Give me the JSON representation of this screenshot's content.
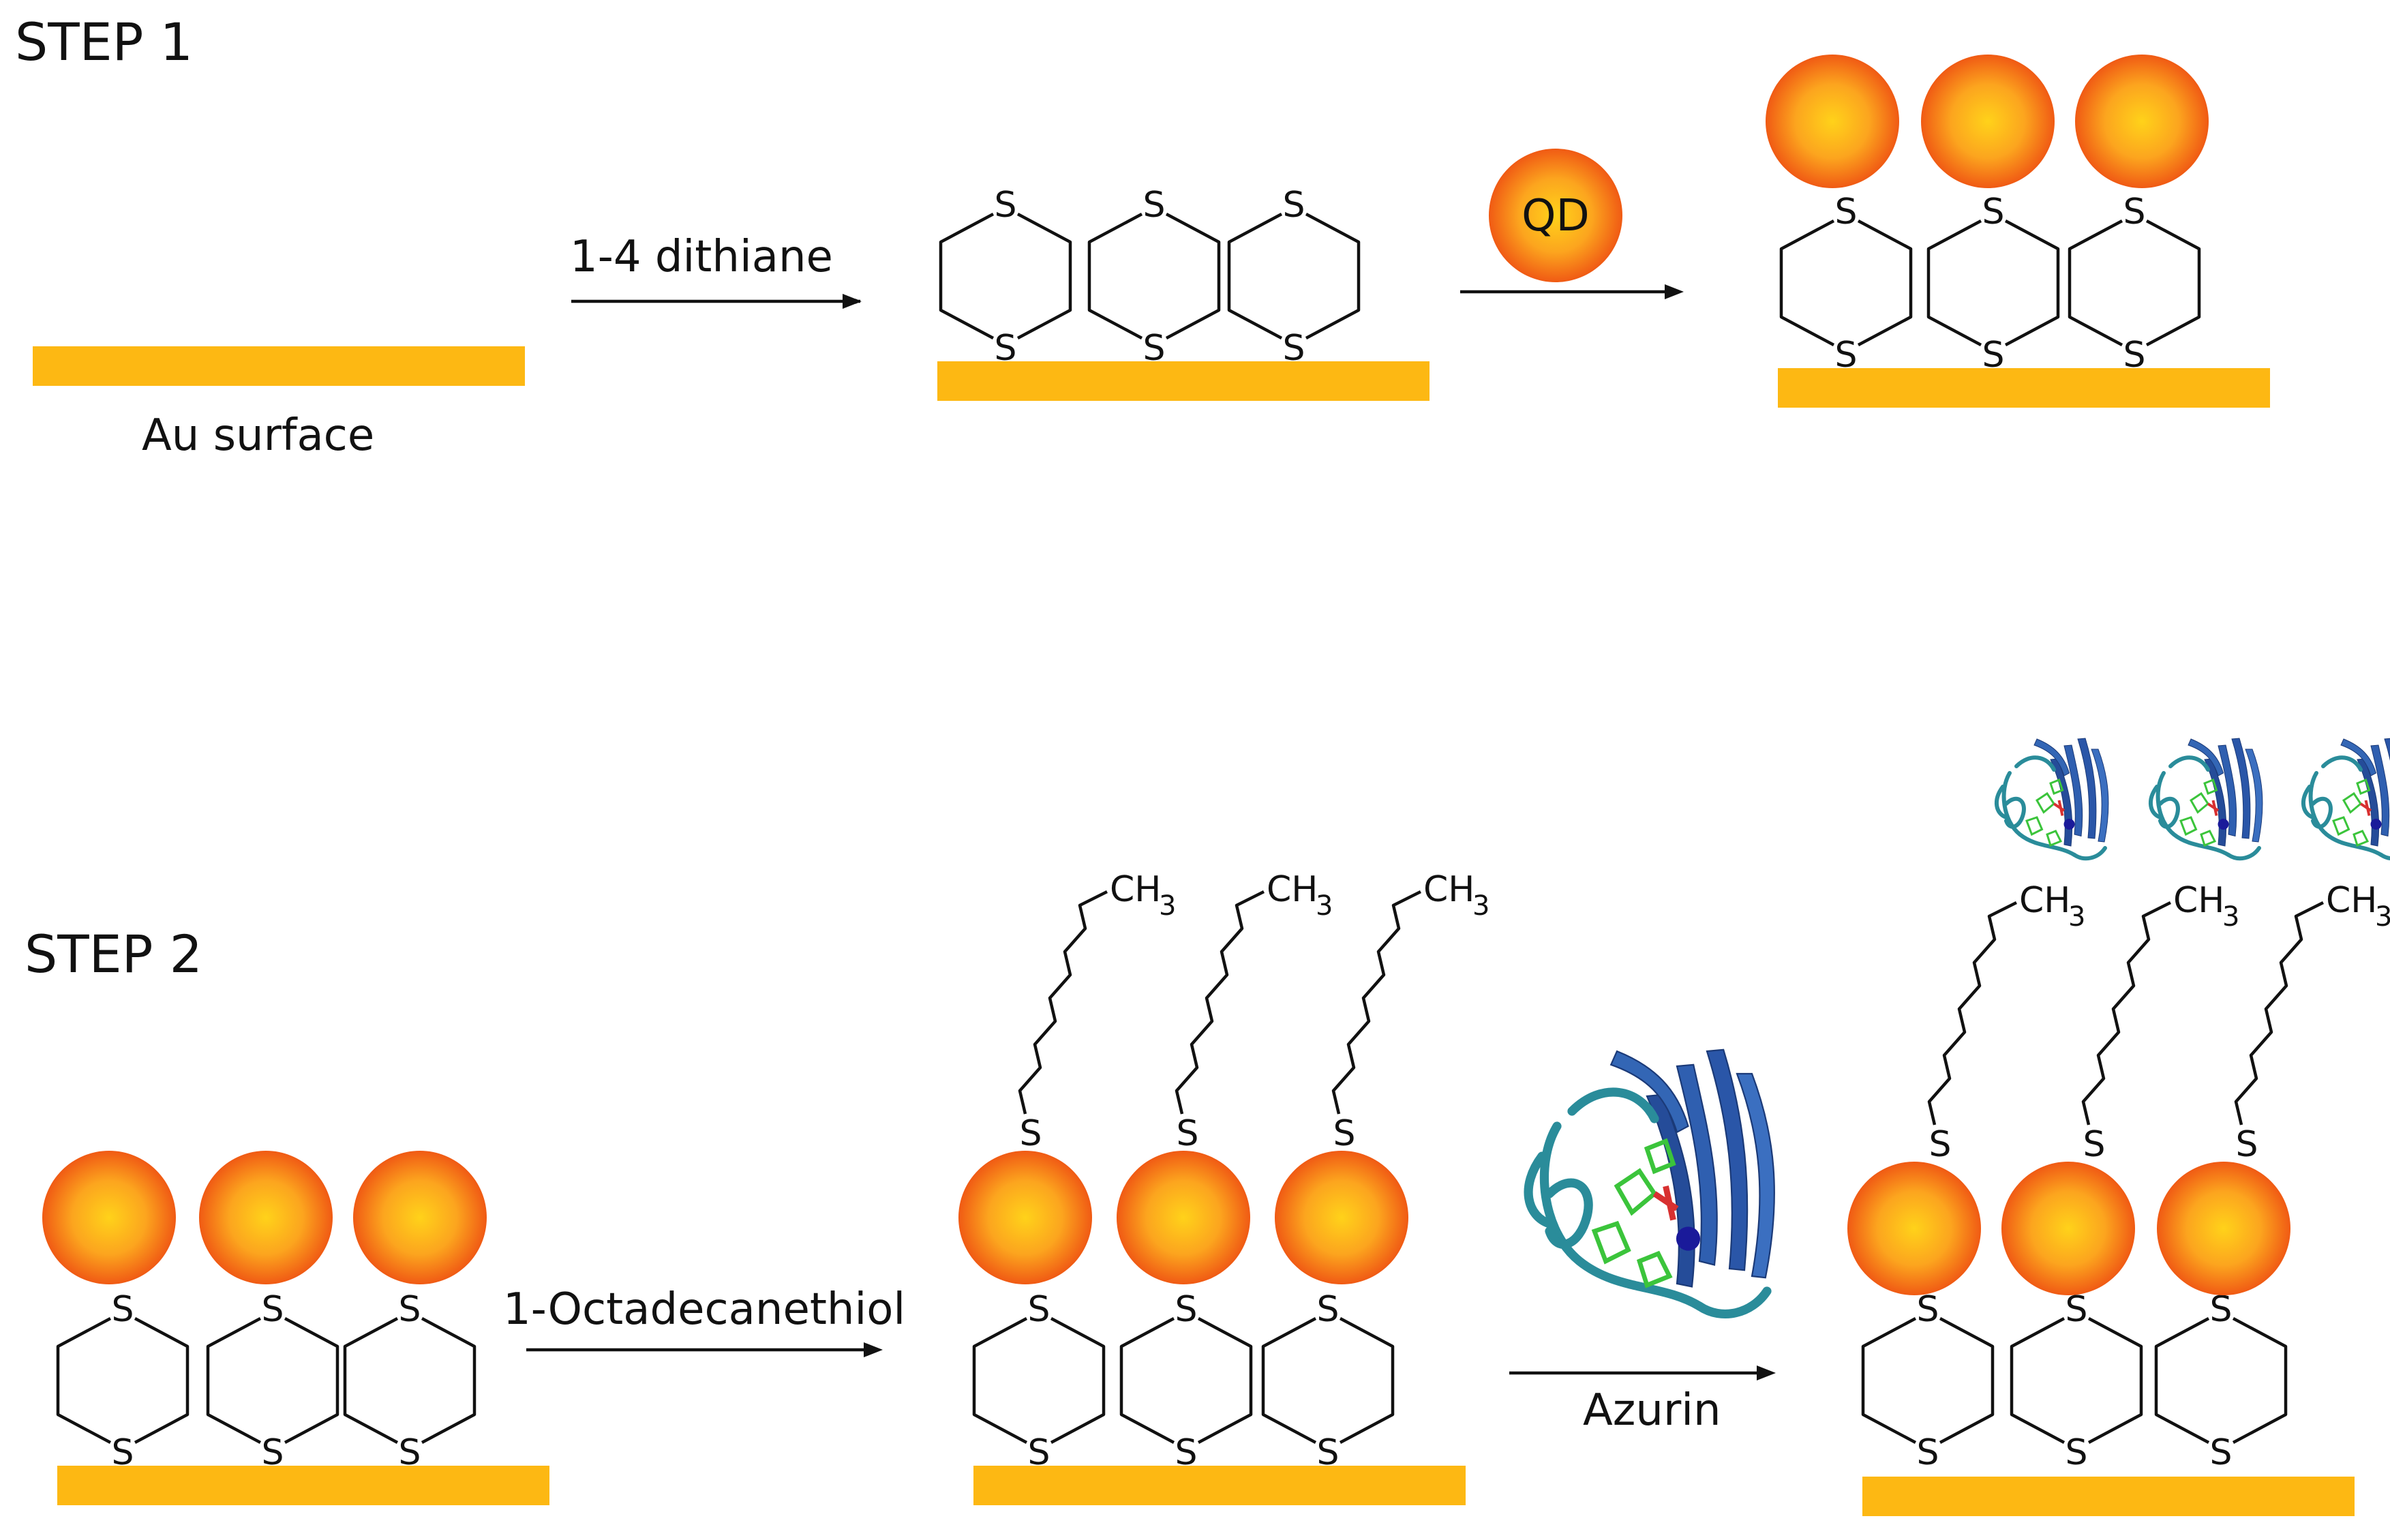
{
  "colors": {
    "gold": "#FDB813",
    "qd_core": "#FFD21A",
    "qd_edge": "#F05A14",
    "bond": "#111111"
  },
  "step1": {
    "title": "STEP 1",
    "surface_label": "Au surface",
    "arrow1_label": "1-4 dithiane",
    "qd_reagent_label": "QD"
  },
  "step2": {
    "title": "STEP 2",
    "arrow1_label": "1-Octadecanethiol",
    "arrow2_label": "Azurin"
  },
  "atoms": {
    "sulfur": "S",
    "methyl": "CH",
    "methyl_sub": "3"
  },
  "icons": [
    "quantum-dot-icon",
    "azurin-protein-icon",
    "dithiane-ring-icon"
  ]
}
